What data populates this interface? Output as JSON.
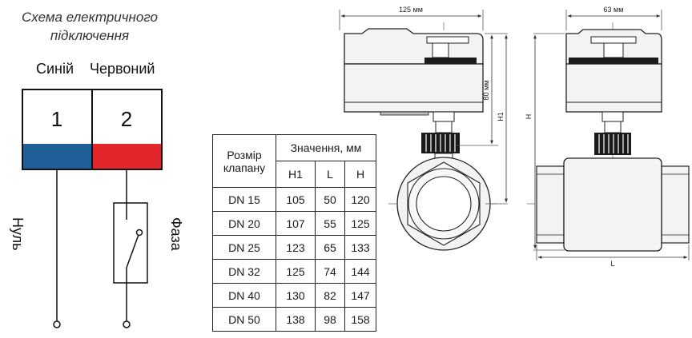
{
  "wiring": {
    "title_line1": "Схема електричного",
    "title_line2": "підключення",
    "blue_label": "Синій",
    "red_label": "Червоний",
    "terminal_1": "1",
    "terminal_2": "2",
    "neutral_label": "Нуль",
    "phase_label": "Фаза",
    "colors": {
      "blue": "#1f5f9a",
      "red": "#e3262c"
    }
  },
  "table": {
    "header_size": "Розмір клапану",
    "header_size_line1": "Розмір",
    "header_size_line2": "клапану",
    "header_values": "Значення, мм",
    "sub_headers": [
      "H1",
      "L",
      "H"
    ],
    "rows": [
      {
        "size": "DN 15",
        "h1": "105",
        "l": "50",
        "h": "120"
      },
      {
        "size": "DN 20",
        "h1": "107",
        "l": "55",
        "h": "125"
      },
      {
        "size": "DN 25",
        "h1": "123",
        "l": "65",
        "h": "133"
      },
      {
        "size": "DN 32",
        "h1": "125",
        "l": "74",
        "h": "144"
      },
      {
        "size": "DN 40",
        "h1": "130",
        "l": "82",
        "h": "147"
      },
      {
        "size": "DN 50",
        "h1": "138",
        "l": "98",
        "h": "158"
      }
    ]
  },
  "drawing": {
    "width_front": "125 мм",
    "height_actuator": "80 мм",
    "label_h1": "H1",
    "label_h": "H",
    "width_side": "63 мм",
    "label_l": "L"
  }
}
